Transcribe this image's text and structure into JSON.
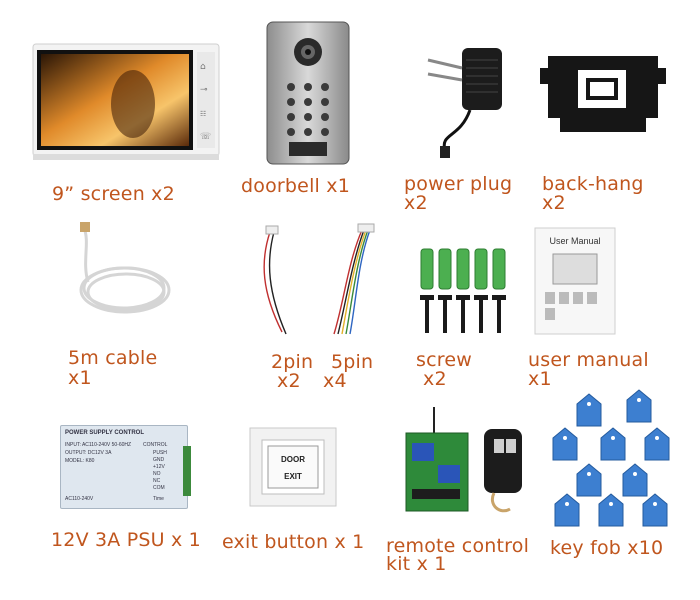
{
  "items": [
    {
      "name": "9” screen x2"
    },
    {
      "name": "doorbell x1"
    },
    {
      "name_line1": "power plug",
      "name_line2": "x2"
    },
    {
      "name_line1": "back-hang",
      "name_line2": "x2"
    },
    {
      "name_line1": "5m cable",
      "name_line2": "x1"
    },
    {
      "a_line1": "2pin",
      "a_line2": "x2",
      "b_line1": "5pin",
      "b_line2": "x4"
    },
    {
      "name_line1": "screw",
      "name_line2": "x2"
    },
    {
      "name_line1": "user manual",
      "name_line2": "x1"
    },
    {
      "name": "12V 3A PSU x 1"
    },
    {
      "name": "exit button x 1"
    },
    {
      "name_line1": "remote control",
      "name_line2": "kit x 1"
    },
    {
      "name": "key fob x10"
    }
  ],
  "product_text": {
    "manual_title": "User Manual",
    "psu_title": "POWER SUPPLY CONTROL",
    "psu_input": "INPUT: AC110-240V 50-60HZ",
    "psu_output": "OUTPUT: DC12V 3A",
    "psu_model": "MODEL: K80",
    "psu_control": "CONTROL",
    "psu_push": "PUSH",
    "psu_gnd": "GND",
    "psu_v": "+12V",
    "psu_nc": "NO",
    "psu_no": "NC",
    "psu_com": "COM",
    "psu_time": "Time",
    "psu_acin": "AC110-240V",
    "exit_top": "DOOR",
    "exit_bottom": "EXIT"
  },
  "colors": {
    "label": "#c0561e",
    "fob": "#3d7fd0",
    "plug": "#4caf50"
  }
}
